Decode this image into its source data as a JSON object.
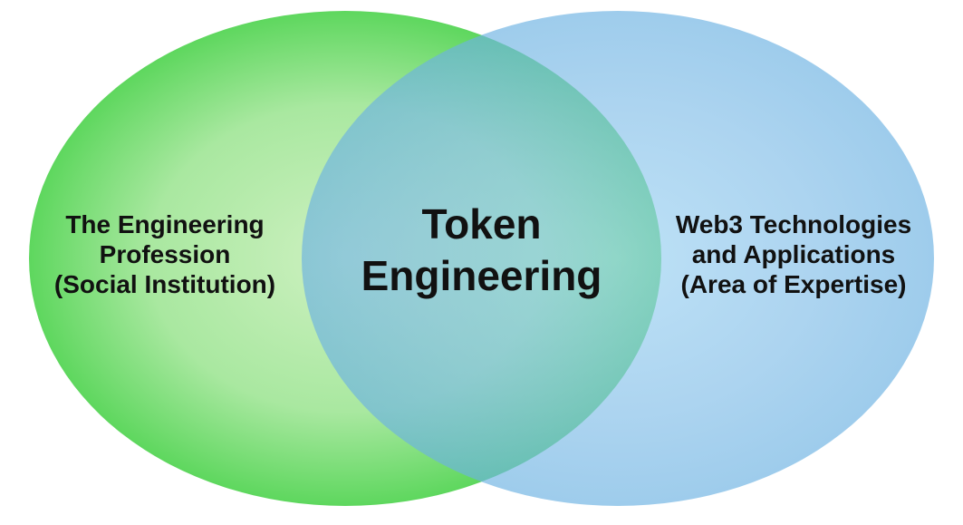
{
  "venn": {
    "type": "venn",
    "left_set": {
      "lines": [
        "The Engineering",
        "Profession",
        "(Social Institution)"
      ]
    },
    "intersection": {
      "lines": [
        "Token",
        "Engineering"
      ]
    },
    "right_set": {
      "lines": [
        "Web3 Technologies",
        "and Applications",
        "(Area of Expertise)"
      ]
    }
  },
  "colors": {
    "green_center": "#cdf0c0",
    "green_mid": "#a9e8a0",
    "green_edge": "#5ed75e",
    "blue_center": "#9bd2f2",
    "blue_mid": "#82bee8",
    "blue_edge": "#6cb2e2",
    "overlap_teal": "#9eddce",
    "text": "#111111",
    "background": "#ffffff"
  },
  "blue_opacity": 0.66
}
